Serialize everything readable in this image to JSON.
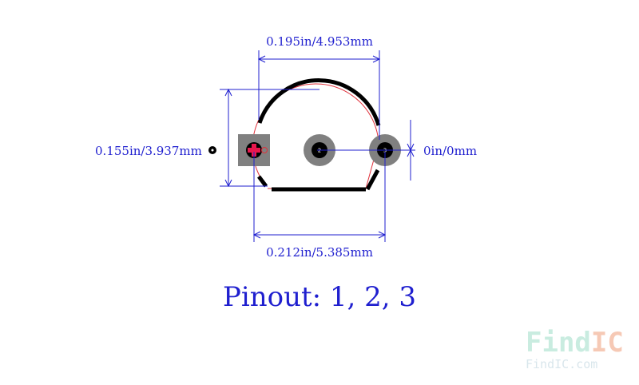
{
  "dimensions": {
    "top_width": "0.195in/4.953mm",
    "bottom_width": "0.212in/5.385mm",
    "left_height": "0.155in/3.937mm",
    "right_offset": "0in/0mm"
  },
  "pads": [
    {
      "number": "1"
    },
    {
      "number": "2"
    },
    {
      "number": "3"
    }
  ],
  "pinout_label": "Pinout: 1, 2, 3",
  "watermark": {
    "brand_part1": "Find",
    "brand_part2": "IC",
    "url": "FindIC.com"
  },
  "colors": {
    "dimension": "#1f1fcf",
    "silkscreen": "#000000",
    "outline": "#e0303a",
    "pad": "#808080",
    "pin1_marker": "#e8174d"
  }
}
